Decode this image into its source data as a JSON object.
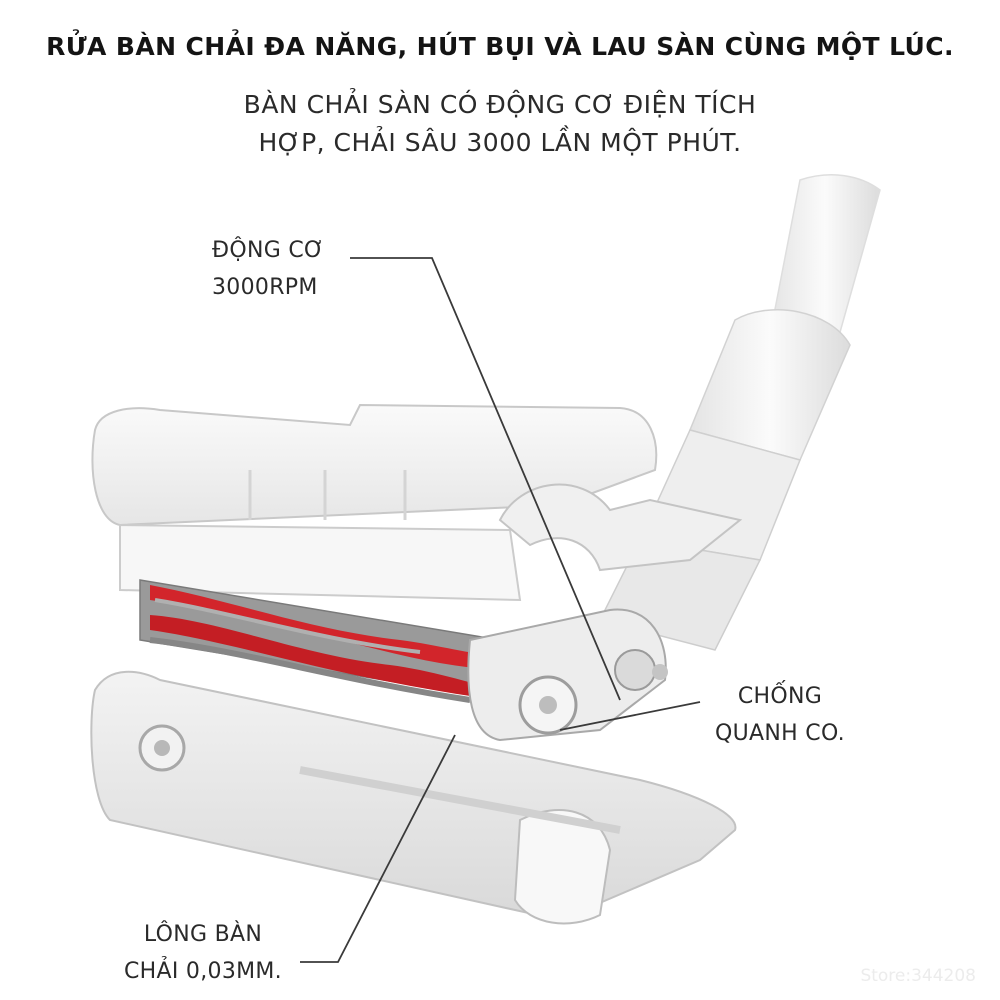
{
  "header": {
    "headline": "RỬA BÀN CHẢI ĐA NĂNG, HÚT BỤI VÀ LAU SÀN CÙNG MỘT LÚC.",
    "subline_1": "BÀN CHẢI SÀN CÓ ĐỘNG CƠ ĐIỆN TÍCH",
    "subline_2": "HỢP, CHẢI SÂU 3000 LẦN MỘT PHÚT."
  },
  "callouts": {
    "motor": {
      "line_1": "ĐỘNG CƠ",
      "line_2": "3000RPM"
    },
    "anti_tangle": {
      "line_1": "CHỐNG",
      "line_2": "QUANH CO."
    },
    "bristle": {
      "line_1": "LÔNG BÀN",
      "line_2": "CHẢI 0,03MM."
    }
  },
  "watermark": "Store:344208",
  "colors": {
    "background": "#ffffff",
    "brush_red": "#d2252b",
    "brush_gray": "#8e8e8e",
    "body_white": "#f4f4f4",
    "outline": "#c8c8c8",
    "leader_line": "#3a3a3a"
  }
}
